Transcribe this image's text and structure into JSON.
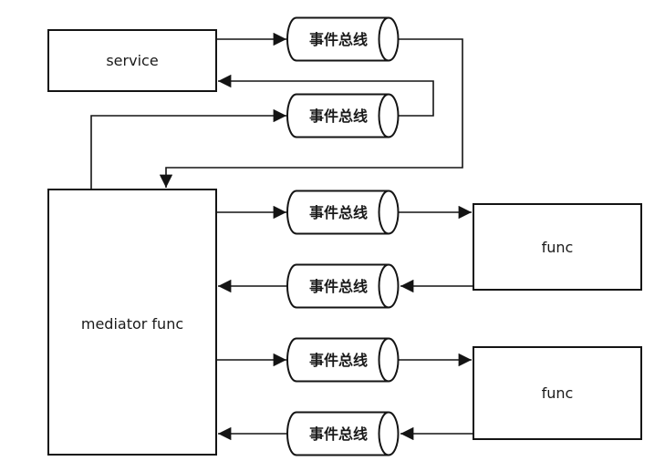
{
  "diagram": {
    "description": "mediator pattern event-bus flow diagram",
    "colors": {
      "background": "#ffffff",
      "stroke": "#141414",
      "shape_fill": "#ffffff",
      "text": "#1a1a1a"
    },
    "nodes": {
      "service": {
        "label": "service",
        "shape": "rectangle"
      },
      "mediator": {
        "label": "mediator func",
        "shape": "rectangle"
      },
      "func_top": {
        "label": "func",
        "shape": "rectangle"
      },
      "func_bottom": {
        "label": "func",
        "shape": "rectangle"
      },
      "event_buses": [
        {
          "id": "bus1",
          "label": "事件总线",
          "shape": "cylinder"
        },
        {
          "id": "bus2",
          "label": "事件总线",
          "shape": "cylinder"
        },
        {
          "id": "bus3",
          "label": "事件总线",
          "shape": "cylinder"
        },
        {
          "id": "bus4",
          "label": "事件总线",
          "shape": "cylinder"
        },
        {
          "id": "bus5",
          "label": "事件总线",
          "shape": "cylinder"
        },
        {
          "id": "bus6",
          "label": "事件总线",
          "shape": "cylinder"
        }
      ]
    },
    "edges": [
      {
        "from": "service",
        "to": "bus1"
      },
      {
        "from": "bus1",
        "to": "mediator"
      },
      {
        "from": "mediator",
        "to": "bus2"
      },
      {
        "from": "bus2",
        "to": "service"
      },
      {
        "from": "mediator",
        "to": "bus3"
      },
      {
        "from": "bus3",
        "to": "func_top"
      },
      {
        "from": "func_top",
        "to": "bus4"
      },
      {
        "from": "bus4",
        "to": "mediator"
      },
      {
        "from": "mediator",
        "to": "bus5"
      },
      {
        "from": "bus5",
        "to": "func_bottom"
      },
      {
        "from": "func_bottom",
        "to": "bus6"
      },
      {
        "from": "bus6",
        "to": "mediator"
      }
    ]
  }
}
